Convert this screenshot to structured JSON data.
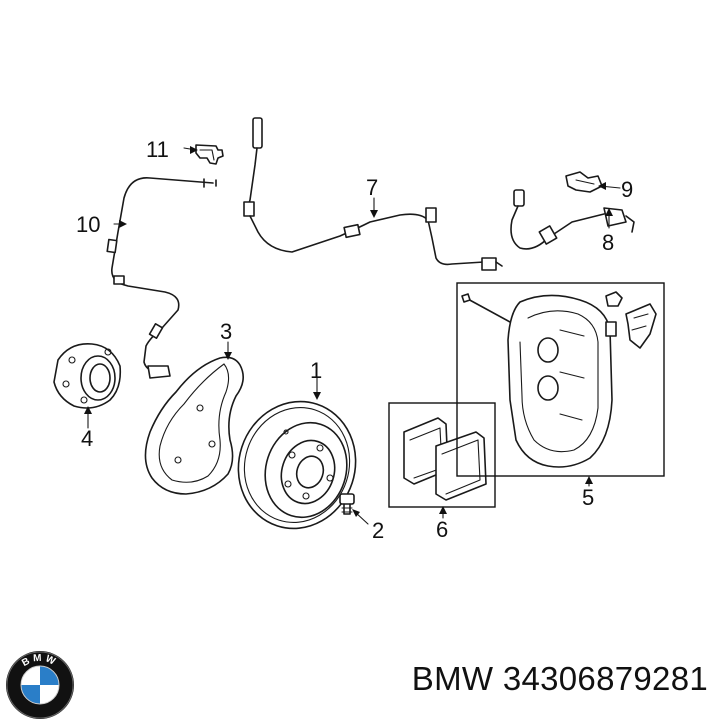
{
  "callouts": [
    {
      "id": "1",
      "label": "1"
    },
    {
      "id": "2",
      "label": "2"
    },
    {
      "id": "3",
      "label": "3"
    },
    {
      "id": "4",
      "label": "4"
    },
    {
      "id": "5",
      "label": "5"
    },
    {
      "id": "6",
      "label": "6"
    },
    {
      "id": "7",
      "label": "7"
    },
    {
      "id": "8",
      "label": "8"
    },
    {
      "id": "9",
      "label": "9"
    },
    {
      "id": "10",
      "label": "10"
    },
    {
      "id": "11",
      "label": "11"
    }
  ],
  "logo": {
    "brand_text": "BMW",
    "colors": {
      "ring": "#111111",
      "blue": "#2a7ec8",
      "white": "#ffffff"
    }
  },
  "footer": {
    "brand": "BMW",
    "part_number": "34306879281"
  }
}
